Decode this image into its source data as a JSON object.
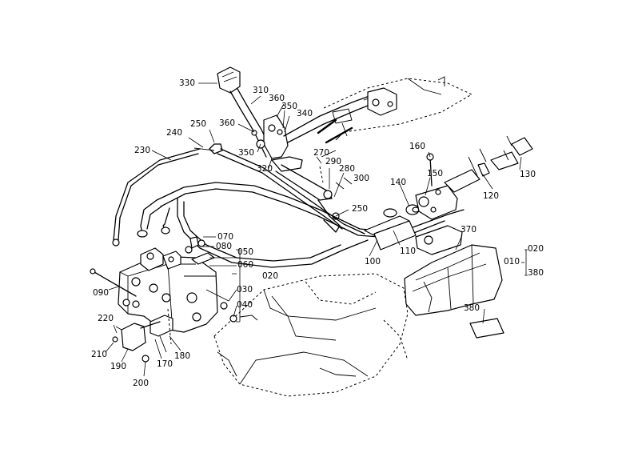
{
  "callouts": {
    "c330": "330",
    "c310": "310",
    "c360a": "360",
    "c350a": "350",
    "c340": "340",
    "c360b": "360",
    "c250a": "250",
    "c240": "240",
    "c230": "230",
    "c350b": "350",
    "c320": "320",
    "c270": "270",
    "c290": "290",
    "c280": "280",
    "c300": "300",
    "c250b": "250",
    "c160": "160",
    "c150": "150",
    "c140": "140",
    "c130": "130",
    "c120": "120",
    "c070": "070",
    "c080": "080",
    "c050": "050",
    "c060": "060",
    "c020": "020",
    "c100": "100",
    "c110": "110",
    "c370": "370",
    "c090": "090",
    "c030": "030",
    "c040": "040",
    "c220": "220",
    "c210": "210",
    "c190": "190",
    "c170": "170",
    "c180": "180",
    "c200": "200",
    "c380a": "380",
    "c010": "010",
    "c020b": "020",
    "c380b": "380"
  },
  "icons": [
    "shift-knob-icon",
    "lever-icon",
    "valve-block-icon",
    "hydraulic-hose-icon",
    "cylinder-icon",
    "bracket-icon",
    "seat-cover-icon",
    "plate-icon"
  ]
}
